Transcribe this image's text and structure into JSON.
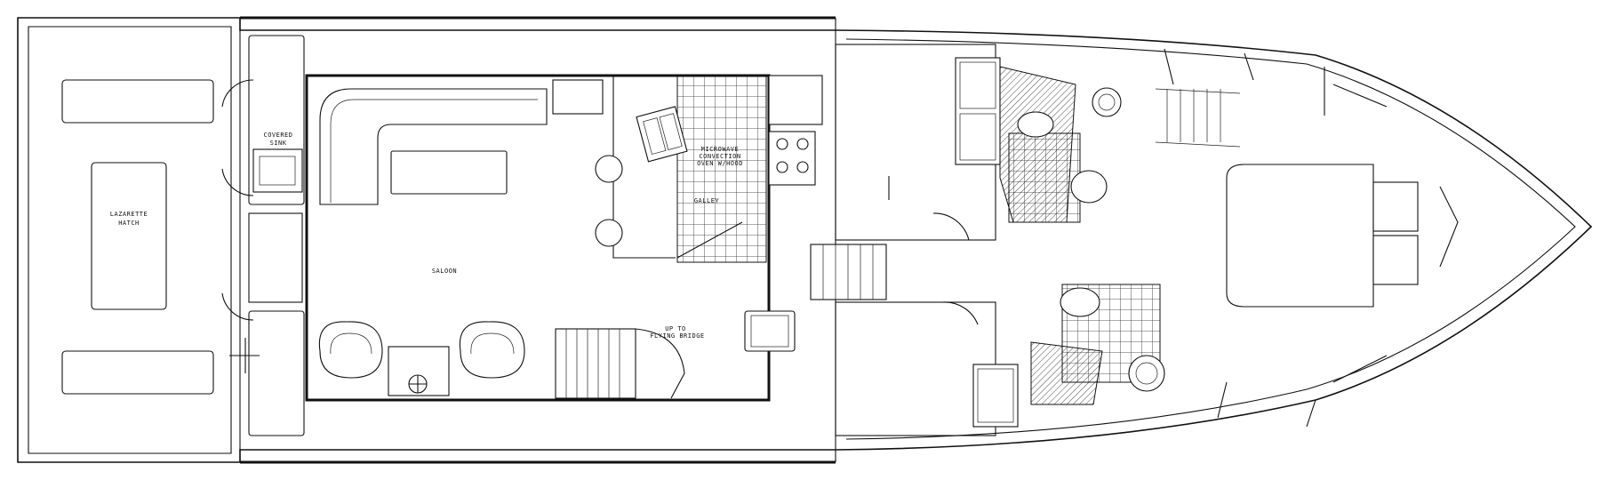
{
  "diagram": {
    "labels": {
      "lazarette": [
        "LAZARETTE",
        "HATCH"
      ],
      "covered_sink": [
        "COVERED",
        "SINK"
      ],
      "microwave": [
        "MICROWAVE",
        "CONVECTION",
        "OVEN W/HOOD"
      ],
      "galley": "GALLEY",
      "saloon": "SALOON",
      "stairs": [
        "UP TO",
        "FLYING BRIDGE"
      ]
    }
  }
}
